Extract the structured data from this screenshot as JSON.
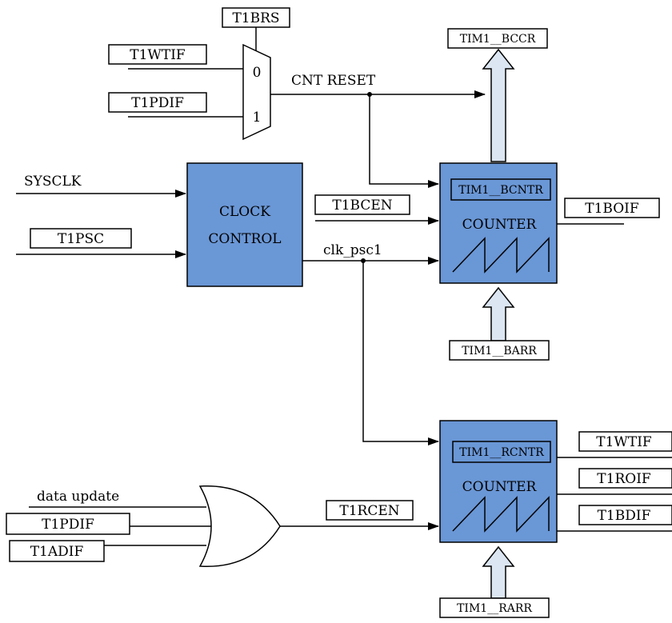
{
  "colors": {
    "block_fill": "#6a97d6",
    "hollow_arrow_fill": "#dce6f2",
    "line": "#000000"
  },
  "mux": {
    "select": "T1BRS",
    "in0_label": "T1WTIF",
    "in1_label": "T1PDIF",
    "sel0": "0",
    "sel1": "1"
  },
  "cnt_reset": "CNT RESET",
  "tim1_bccr": "TIM1__BCCR",
  "inputs": {
    "sysclk": "SYSCLK",
    "t1psc": "T1PSC"
  },
  "clock_control": {
    "line1": "CLOCK",
    "line2": "CONTROL"
  },
  "clk_psc1": "clk_psc1",
  "counter_b": {
    "register": "TIM1__BCNTR",
    "title": "COUNTER",
    "enable": "T1BCEN",
    "output": "T1BOIF",
    "reload": "TIM1__BARR"
  },
  "counter_r": {
    "register": "TIM1__RCNTR",
    "title": "COUNTER",
    "enable": "T1RCEN",
    "outputs": [
      "T1WTIF",
      "T1ROIF",
      "T1BDIF"
    ],
    "reload": "TIM1__RARR"
  },
  "or_gate": {
    "in0": "data update",
    "in1": "T1PDIF",
    "in2": "T1ADIF"
  }
}
